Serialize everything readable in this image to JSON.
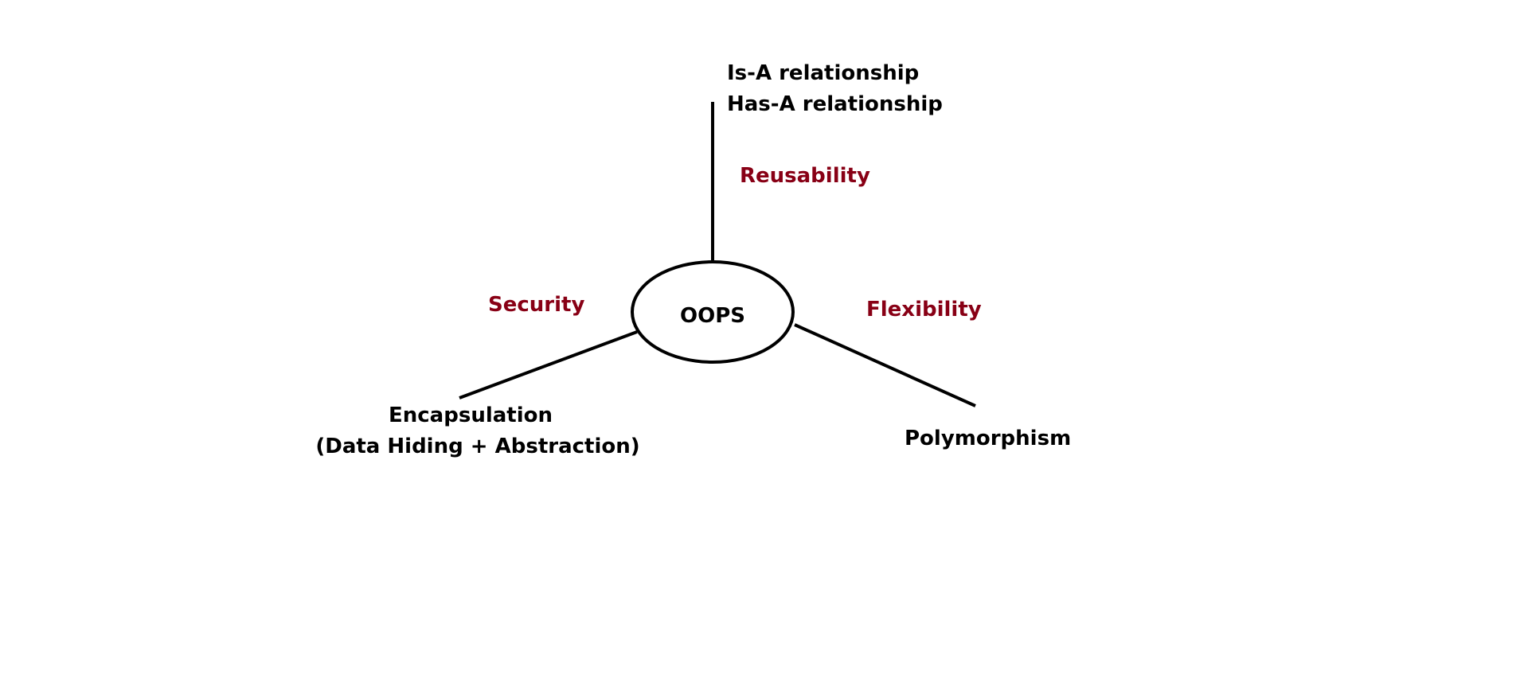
{
  "colors": {
    "line": "#000000",
    "text": "#000000",
    "accent": "#880015",
    "background": "#ffffff"
  },
  "center": {
    "label": "OOPS"
  },
  "branches": {
    "top": {
      "concept_line1": "Is-A relationship",
      "concept_line2": "Has-A relationship",
      "benefit": "Reusability"
    },
    "left": {
      "concept": "Encapsulation",
      "concept_detail": "(Data Hiding + Abstraction)",
      "benefit": "Security"
    },
    "right": {
      "concept": "Polymorphism",
      "benefit": "Flexibility"
    }
  }
}
